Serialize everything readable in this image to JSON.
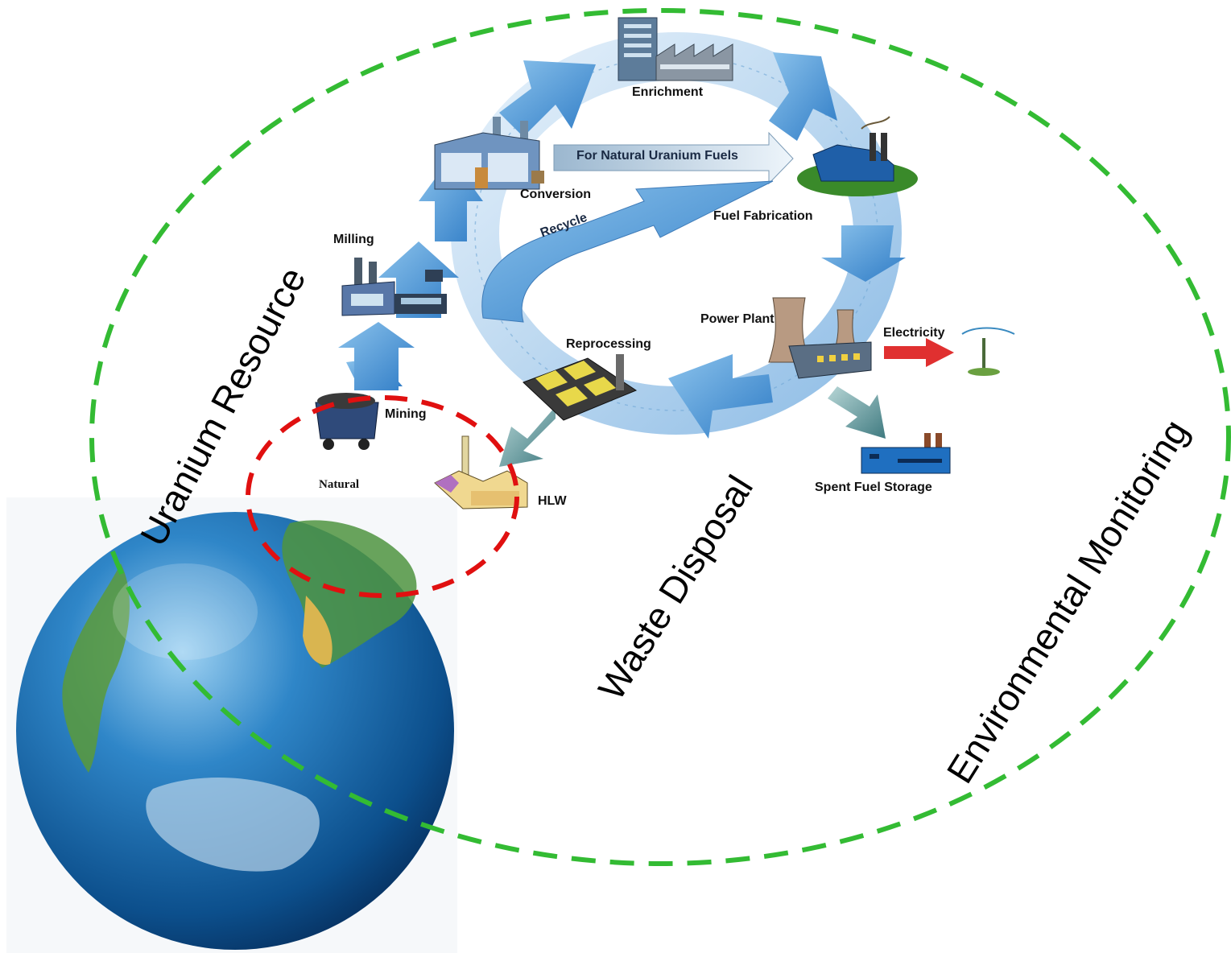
{
  "cycle": {
    "enrichment": "Enrichment",
    "conversion": "Conversion",
    "fuel_fabrication": "Fuel Fabrication",
    "milling": "Milling",
    "mining": "Mining",
    "natural": "Natural",
    "hlw": "HLW",
    "reprocessing": "Reprocessing",
    "power_plant": "Power Plant",
    "electricity": "Electricity",
    "spent_fuel_storage": "Spent Fuel Storage",
    "natural_uranium_fuels": "For Natural Uranium Fuels",
    "recycle": "Recycle"
  },
  "overlay": {
    "uranium_resource": "Uranium Resource",
    "waste_disposal": "Waste Disposal",
    "environmental_monitoring": "Environmental Monitoring"
  },
  "colors": {
    "green_dash": "#33bb33",
    "red_dash": "#e01010",
    "arrow_blue": "#5aa0dc",
    "arrow_light": "#cfe3f4",
    "electricity_arrow": "#e03030"
  }
}
